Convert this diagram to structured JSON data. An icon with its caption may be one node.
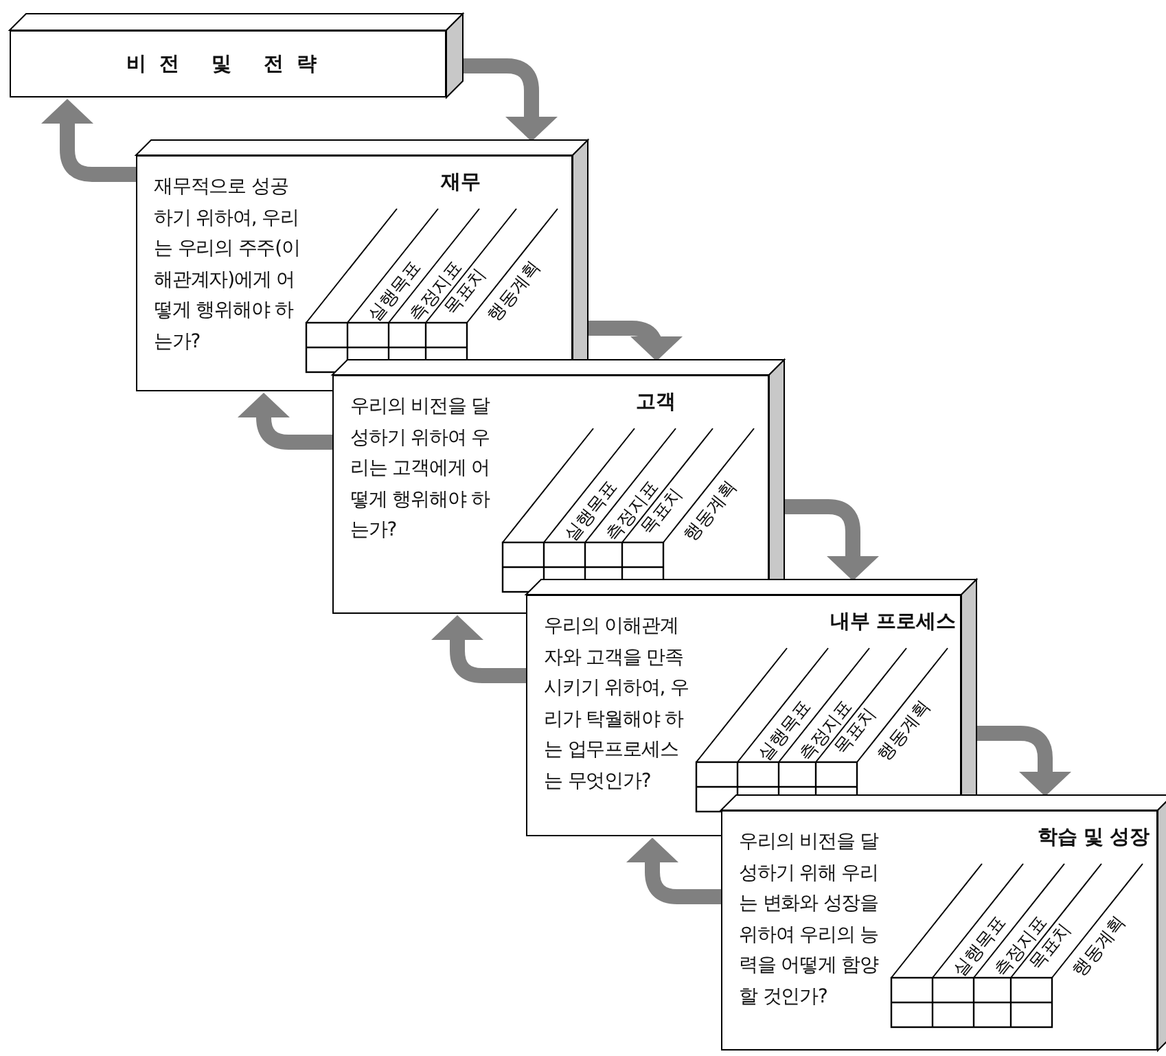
{
  "diagram": {
    "nodes": [
      {
        "text": [
          "비전 및 전략"
        ]
      },
      {
        "text": [
          "재무적으로 성공하기 위하여, 우리는 우리의 주주(이해관계자)에게 어떻게 행위해야 하는가?",
          "재무",
          "실행목표",
          "측정지표",
          "목표치",
          "행동계획"
        ]
      },
      {
        "text": [
          "우리의 비전을 달성하기 위하여 우리는 고객에게 어떻게 행위해야 하는가?",
          "고객",
          "실행목표",
          "측정지표",
          "목표치",
          "행동계획"
        ]
      },
      {
        "text": [
          "우리의 이해관계자와 고객을 만족시키기 위하여, 우리가 탁월해야 하는 업무프로세스는 무엇인가?",
          "내부 프로세스",
          "실행목표",
          "측정지표",
          "목표치",
          "행동계획"
        ]
      },
      {
        "text": [
          "우리의 비전을 달성하기 위해 우리는 변화와 성장을 위하여 우리의 능력을 어떻게 함양할 것인가?",
          "학습 및 성장",
          "실행목표",
          "측정지표",
          "목표치",
          "행동계획"
        ]
      }
    ],
    "edges": [
      {
        "from": 0,
        "to": 1,
        "arrow": "to"
      },
      {
        "from": 1,
        "to": 0,
        "arrow": "to"
      },
      {
        "from": 1,
        "to": 2,
        "arrow": "to"
      },
      {
        "from": 2,
        "to": 1,
        "arrow": "to"
      },
      {
        "from": 2,
        "to": 3,
        "arrow": "to"
      },
      {
        "from": 3,
        "to": 2,
        "arrow": "to"
      },
      {
        "from": 3,
        "to": 4,
        "arrow": "to"
      },
      {
        "from": 4,
        "to": 3,
        "arrow": "to"
      }
    ]
  }
}
